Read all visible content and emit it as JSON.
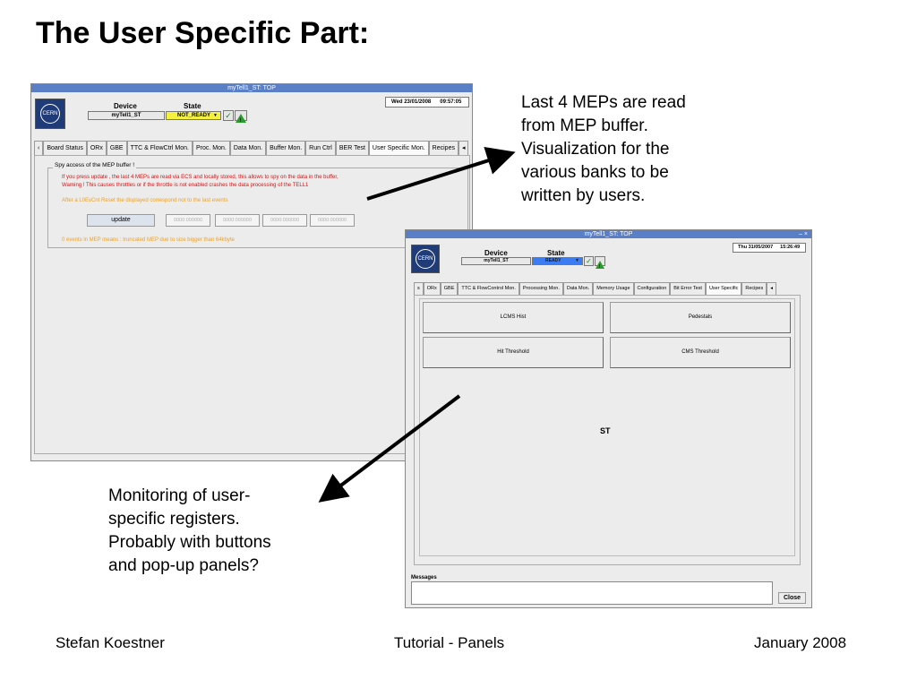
{
  "slide": {
    "title": "The User Specific Part:",
    "annotation_top": [
      "Last 4 MEPs are read",
      "from MEP buffer.",
      "Visualization for the",
      "various banks to be",
      "written by users."
    ],
    "annotation_bottom": [
      "Monitoring of user-",
      "specific registers.",
      "Probably with buttons",
      "and pop-up panels?"
    ],
    "footer": {
      "left": "Stefan Koestner",
      "center": "Tutorial - Panels",
      "right": "January 2008"
    }
  },
  "window1": {
    "title": "myTell1_ST: TOP",
    "logo": "CERN",
    "device_label": "Device",
    "device_value": "myTell1_ST",
    "state_label": "State",
    "state_value": "NOT_READY",
    "date": "Wed 23/01/2008",
    "time": "09:57:05",
    "tabs": [
      "‹",
      "Board Status",
      "ORx",
      "GBE",
      "TTC & FlowCtrl Mon.",
      "Proc. Mon.",
      "Data Mon.",
      "Buffer Mon.",
      "Run Ctrl",
      "BER Test",
      "User Specific Mon.",
      "Recipes",
      "◂"
    ],
    "active_tab": 10,
    "group_title": "Spy access of the MEP buffer !",
    "info_line1": "If you press update , the last 4 MEPs are read via ECS and locally stored, this allows to spy on the data in the buffer,",
    "info_line2": "Warning !  This causes throttles or if the throttle is not enabled crashes the data processing of the TELL1",
    "info_line3": "After a L0EvCnt Reset the displayed correspond not  to the last events",
    "update_label": "update",
    "mep_fields": [
      "0000:000000",
      "0000:000000",
      "0000:000000",
      "0000:000000"
    ],
    "status_line": "0 events in MEP means : truncated MEP due to size bigger than 64kbyte"
  },
  "window2": {
    "title": "myTell1_ST: TOP",
    "controls": "–  ×",
    "logo": "CERN",
    "device_label": "Device",
    "device_value": "myTell1_ST",
    "state_label": "State",
    "state_value": "READY",
    "date": "Thu 31/05/2007",
    "time": "15:26:49",
    "tabs": [
      "s",
      "ORx",
      "GBE",
      "TTC & FlowControl Mon.",
      "Processing Mon.",
      "Data Mon.",
      "Memory Usage",
      "Configuration",
      "Bit Error Test",
      "User Specific",
      "Recipes",
      "◂"
    ],
    "active_tab": 9,
    "buttons": [
      "LCMS Hist",
      "Pedestals",
      "Hit Threshold",
      "CMS Threshold"
    ],
    "center_label": "ST",
    "messages_label": "Messages",
    "close_label": "Close"
  },
  "colors": {
    "titlebar": "#5b7fc7",
    "not_ready": "#f3f040",
    "ready": "#3c7cf2",
    "warning_text": "#e01010",
    "hint_text": "#f0a020"
  }
}
